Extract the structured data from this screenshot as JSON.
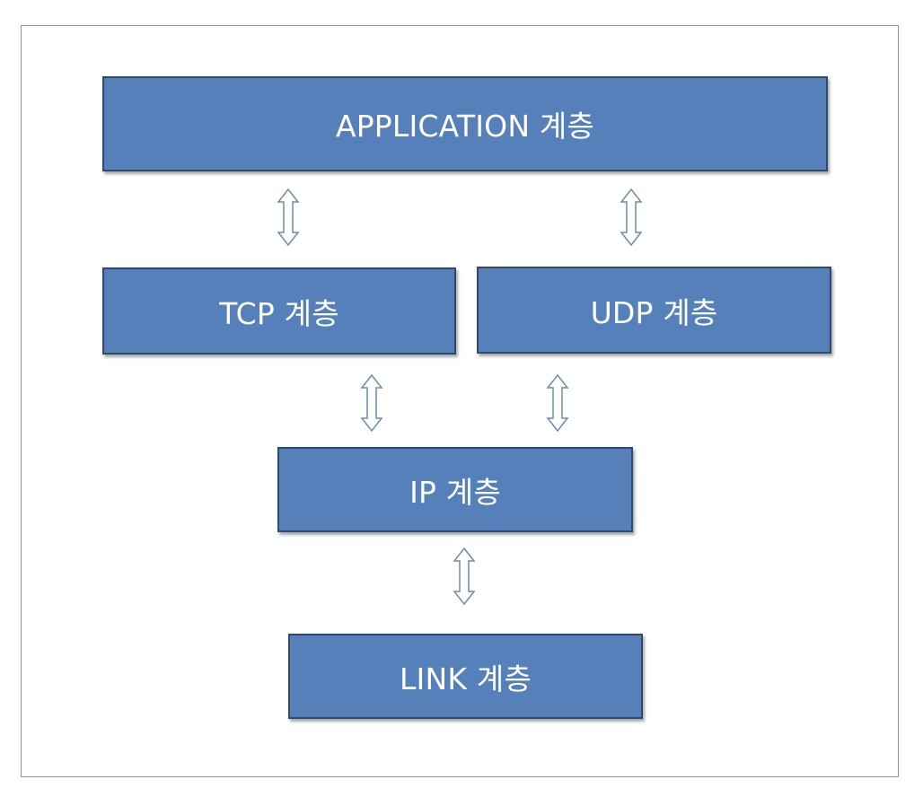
{
  "layers": {
    "application": "APPLICATION 계층",
    "tcp": "TCP 계층",
    "udp": "UDP 계층",
    "ip": "IP 계층",
    "link": "LINK 계층"
  },
  "colors": {
    "box_fill": "#5580b9",
    "box_border": "#2e4a6e",
    "frame_border": "#8496b0",
    "arrow_stroke": "#6f8aad"
  },
  "icons": {
    "connector": "double-headed-vertical-arrow-icon"
  }
}
